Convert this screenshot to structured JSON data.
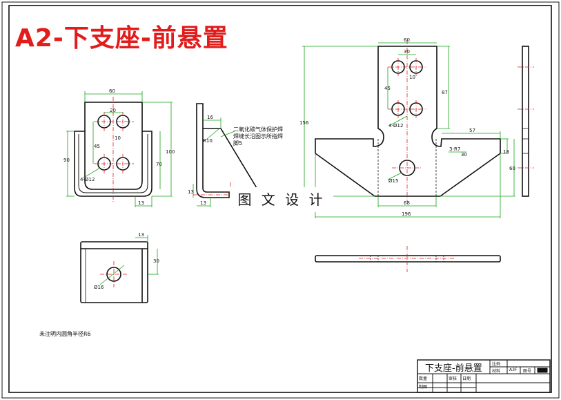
{
  "drawing": {
    "title": "A2-下支座-前悬置",
    "weld_note": [
      "二氧化碳气体保护焊",
      "焊缝长沿图示所指焊",
      "脚5"
    ],
    "fillet_note": "未注明内圆角半径R6",
    "watermark": "图 文 设 计"
  },
  "dimensions": {
    "front": {
      "width": "60",
      "hole_spacing": "20",
      "side_h": "45",
      "small": "10",
      "left_h": "90",
      "right_h": "100",
      "inner_h": "70",
      "holes": "4-Ø12",
      "bottom": "13"
    },
    "side": {
      "top": "16",
      "radius": "R10",
      "bottom_w": "13",
      "bottom_h": "13"
    },
    "bottom_view": {
      "top": "13",
      "right": "30",
      "hole": "Ø16"
    },
    "big": {
      "top_w": "60",
      "hole_spacing": "30",
      "left_h": "156",
      "right_h": "87",
      "small_a": "45",
      "small_b": "10",
      "holes": "4-Ø12",
      "arm": "57",
      "arm_h": "18",
      "notch": "3-R7",
      "dep": "30",
      "right_60": "60",
      "center_hole": "Ø15",
      "mid_w": "68",
      "total": "196"
    }
  },
  "title_block": {
    "name": "下支座-前悬置",
    "c1": "比例",
    "c2": "材料",
    "c3": "A3F",
    "c4": "图号",
    "c5": "数量",
    "c6": "制图",
    "c7": "审核",
    "c8": "日期"
  },
  "colors": {
    "outline": "#111111",
    "dimension": "#17a317",
    "center": "#e21b1b",
    "title": "#e21b1b"
  }
}
